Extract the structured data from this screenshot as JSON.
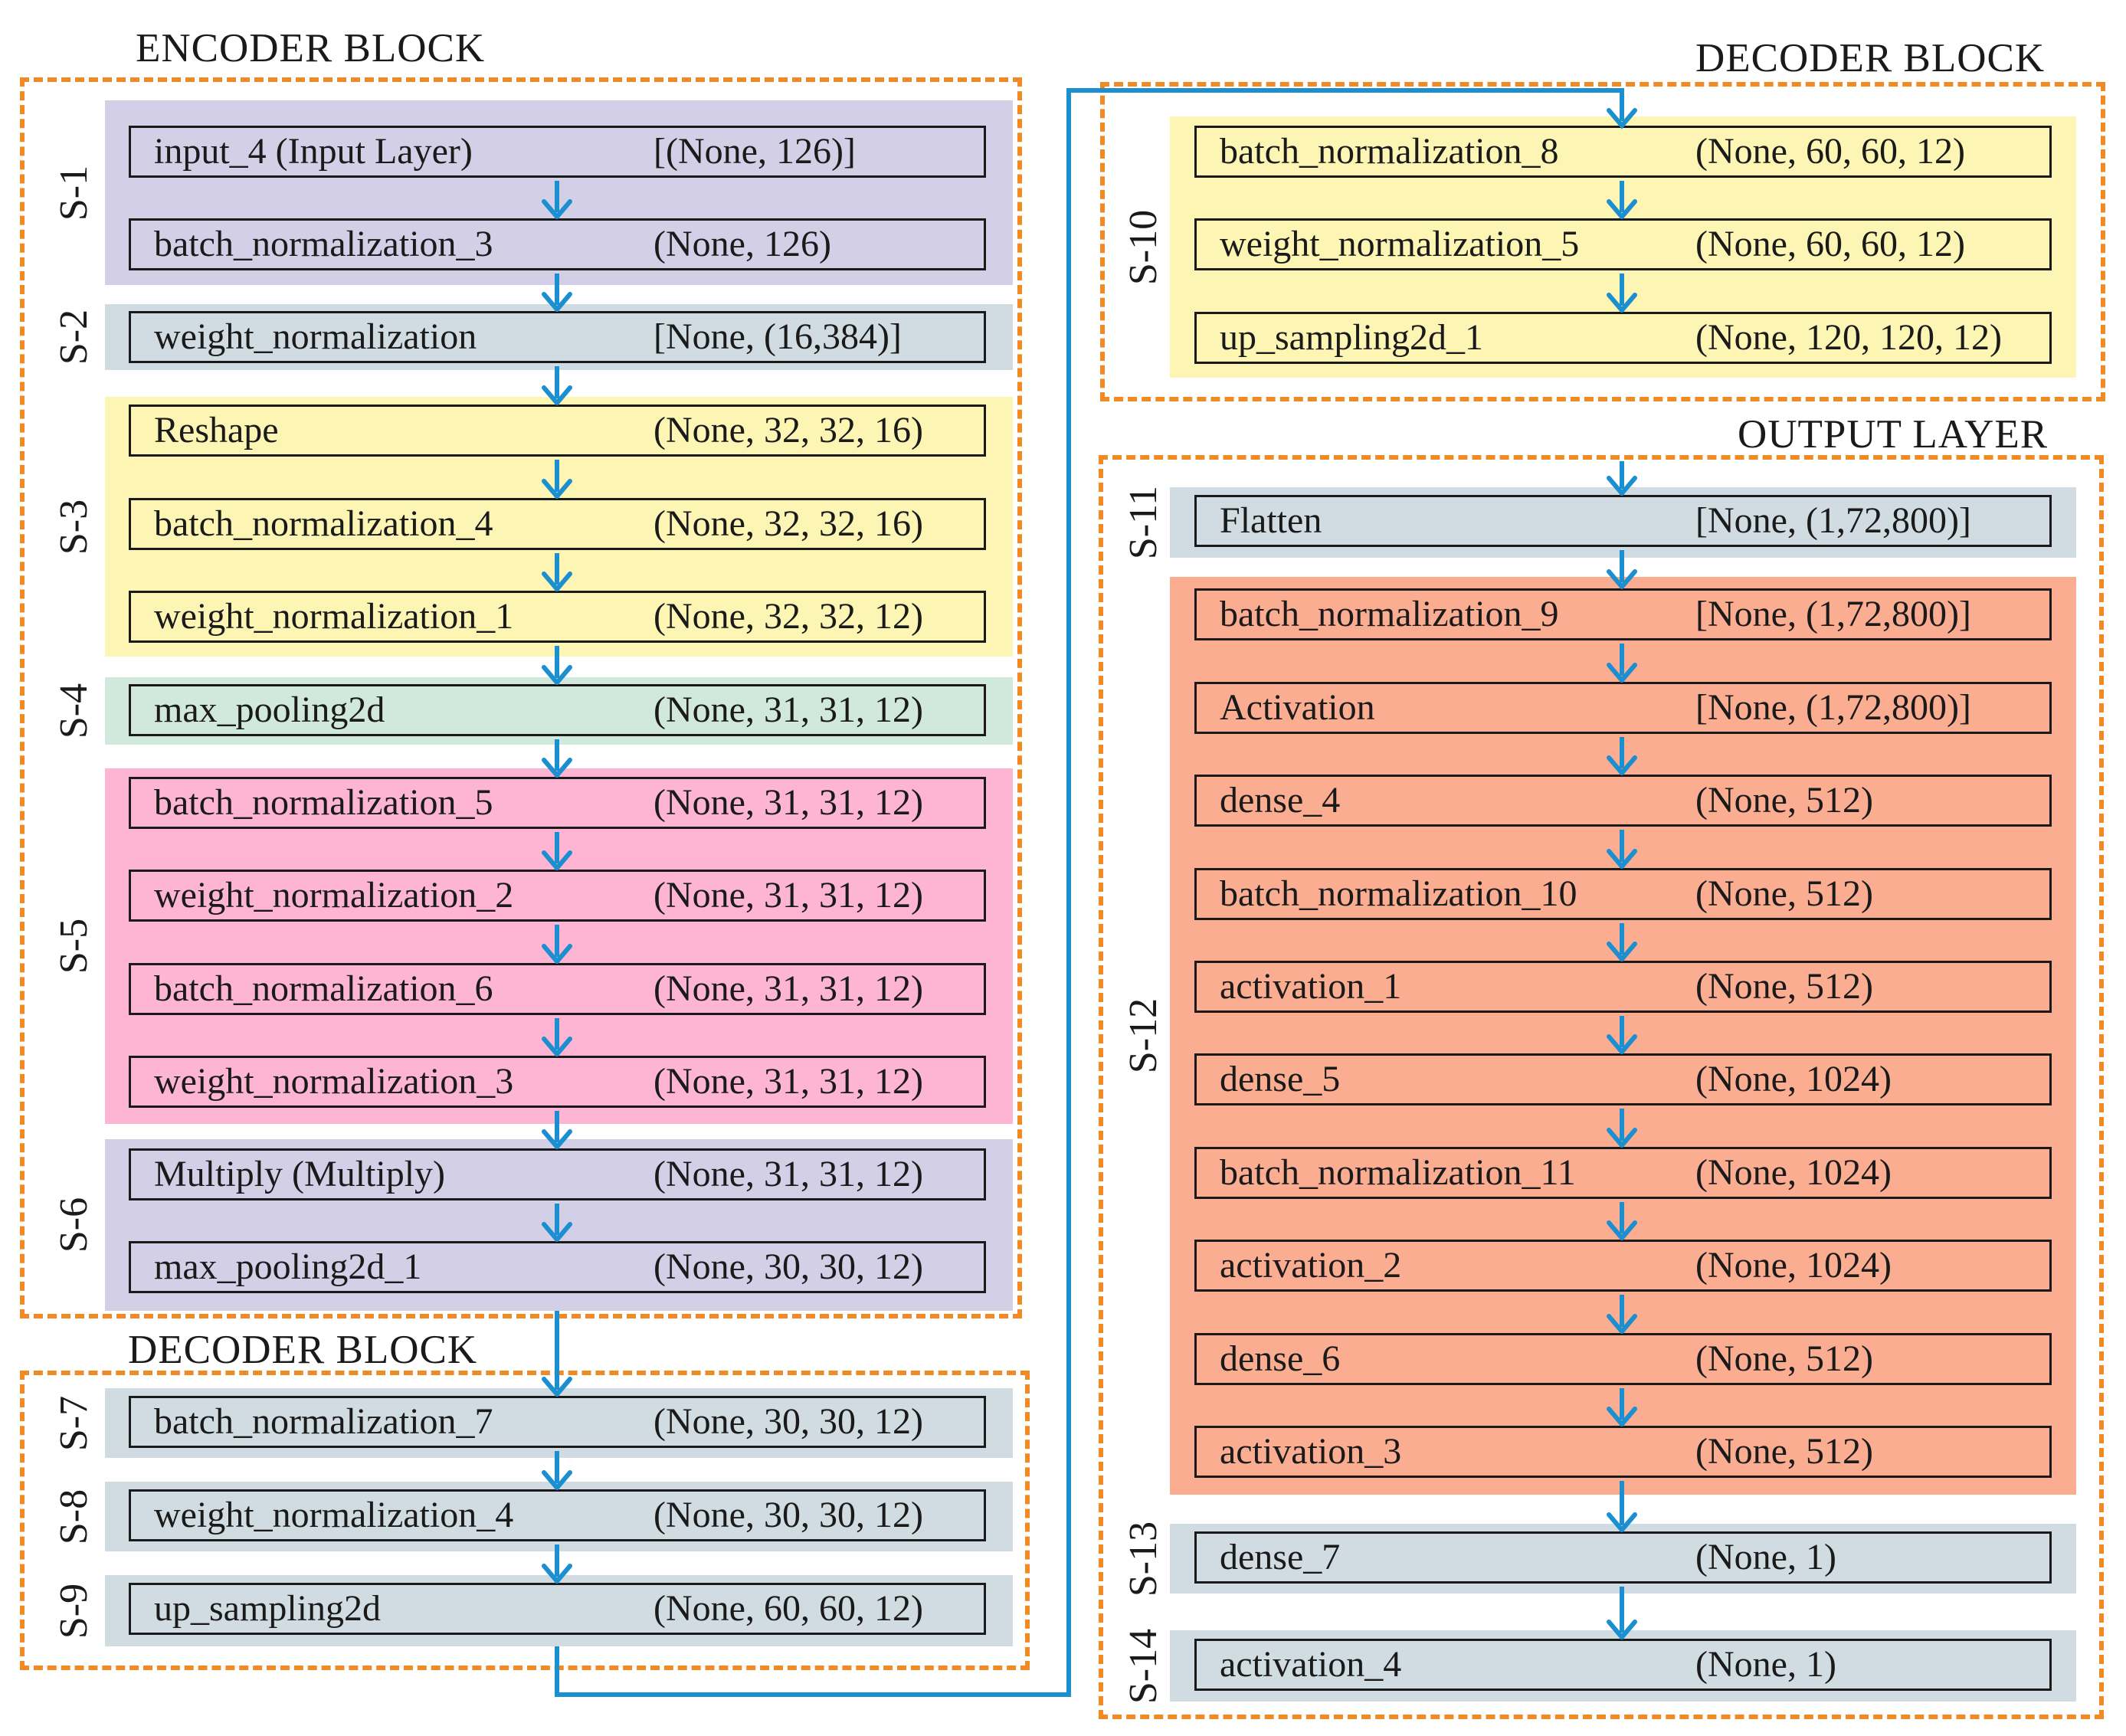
{
  "colors": {
    "frame": "#f08a24",
    "arrow": "#1b8fd0",
    "lavender": "#d3cfe7",
    "grey_blue": "#d0dce2",
    "yellow": "#fdf5b4",
    "mint": "#d1e8dc",
    "pink": "#fdb5d3",
    "salmon": "#fbad91"
  },
  "blocks": [
    {
      "id": "encoder",
      "title": "ENCODER BLOCK"
    },
    {
      "id": "decoder_a",
      "title": "DECODER BLOCK"
    },
    {
      "id": "decoder_b",
      "title": "DECODER BLOCK"
    },
    {
      "id": "output",
      "title": "OUTPUT LAYER"
    }
  ],
  "stages": [
    {
      "label": "S-1",
      "color": "lavender",
      "layers": [
        {
          "name": "input_4 (Input Layer)",
          "shape": "[(None, 126)]"
        },
        {
          "name": "batch_normalization_3",
          "shape": "(None, 126)"
        }
      ]
    },
    {
      "label": "S-2",
      "color": "grey_blue",
      "layers": [
        {
          "name": "weight_normalization",
          "shape": "[None, (16,384)]"
        }
      ]
    },
    {
      "label": "S-3",
      "color": "yellow",
      "layers": [
        {
          "name": "Reshape",
          "shape": "(None, 32, 32, 16)"
        },
        {
          "name": "batch_normalization_4",
          "shape": "(None, 32, 32, 16)"
        },
        {
          "name": "weight_normalization_1",
          "shape": "(None, 32, 32, 12)"
        }
      ]
    },
    {
      "label": "S-4",
      "color": "mint",
      "layers": [
        {
          "name": "max_pooling2d",
          "shape": "(None, 31, 31, 12)"
        }
      ]
    },
    {
      "label": "S-5",
      "color": "pink",
      "layers": [
        {
          "name": "batch_normalization_5",
          "shape": "(None, 31, 31, 12)"
        },
        {
          "name": "weight_normalization_2",
          "shape": "(None, 31, 31, 12)"
        },
        {
          "name": "batch_normalization_6",
          "shape": "(None, 31, 31, 12)"
        },
        {
          "name": "weight_normalization_3",
          "shape": "(None, 31, 31, 12)"
        }
      ]
    },
    {
      "label": "S-6",
      "color": "lavender",
      "layers": [
        {
          "name": "Multiply (Multiply)",
          "shape": "(None, 31, 31, 12)"
        },
        {
          "name": "max_pooling2d_1",
          "shape": "(None, 30, 30, 12)"
        }
      ]
    },
    {
      "label": "S-7",
      "color": "grey_blue",
      "layers": [
        {
          "name": "batch_normalization_7",
          "shape": "(None, 30, 30, 12)"
        }
      ]
    },
    {
      "label": "S-8",
      "color": "grey_blue",
      "layers": [
        {
          "name": "weight_normalization_4",
          "shape": "(None, 30, 30, 12)"
        }
      ]
    },
    {
      "label": "S-9",
      "color": "grey_blue",
      "layers": [
        {
          "name": "up_sampling2d",
          "shape": "(None, 60, 60, 12)"
        }
      ]
    },
    {
      "label": "S-10",
      "color": "yellow",
      "layers": [
        {
          "name": "batch_normalization_8",
          "shape": "(None, 60, 60, 12)"
        },
        {
          "name": "weight_normalization_5",
          "shape": "(None, 60, 60, 12)"
        },
        {
          "name": "up_sampling2d_1",
          "shape": "(None, 120, 120, 12)"
        }
      ]
    },
    {
      "label": "S-11",
      "color": "grey_blue",
      "layers": [
        {
          "name": "Flatten",
          "shape": "[None, (1,72,800)]"
        }
      ]
    },
    {
      "label": "S-12",
      "color": "salmon",
      "layers": [
        {
          "name": "batch_normalization_9",
          "shape": "[None, (1,72,800)]"
        },
        {
          "name": "Activation",
          "shape": "[None, (1,72,800)]"
        },
        {
          "name": "dense_4",
          "shape": "(None, 512)"
        },
        {
          "name": "batch_normalization_10",
          "shape": "(None, 512)"
        },
        {
          "name": "activation_1",
          "shape": "(None, 512)"
        },
        {
          "name": "dense_5",
          "shape": "(None, 1024)"
        },
        {
          "name": "batch_normalization_11",
          "shape": "(None, 1024)"
        },
        {
          "name": "activation_2",
          "shape": "(None, 1024)"
        },
        {
          "name": "dense_6",
          "shape": "(None, 512)"
        },
        {
          "name": "activation_3",
          "shape": "(None, 512)"
        }
      ]
    },
    {
      "label": "S-13",
      "color": "grey_blue",
      "layers": [
        {
          "name": "dense_7",
          "shape": "(None, 1)"
        }
      ]
    },
    {
      "label": "S-14",
      "color": "grey_blue",
      "layers": [
        {
          "name": "activation_4",
          "shape": "(None, 1)"
        }
      ]
    }
  ]
}
